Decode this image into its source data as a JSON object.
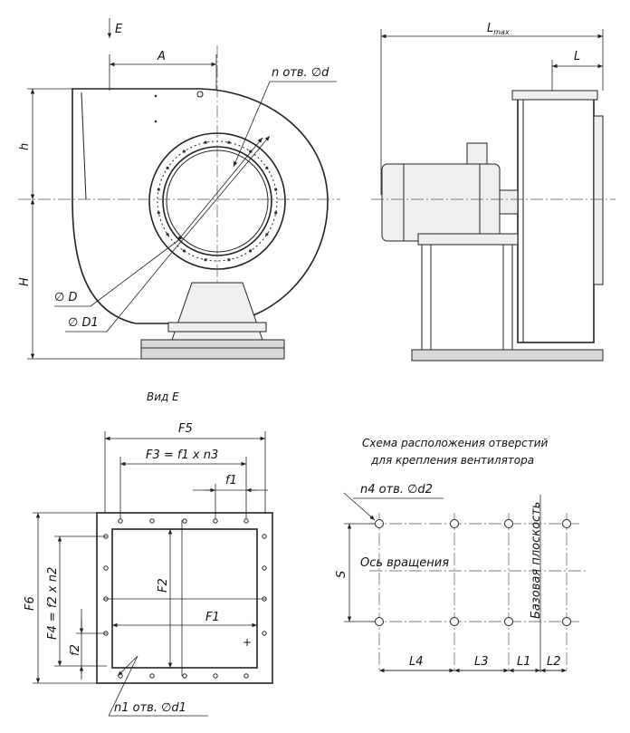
{
  "front_view": {
    "E": "E",
    "A": "A",
    "n_holes": "n отв. ∅d",
    "h": "h",
    "H": "H",
    "D": "∅ D",
    "D1": "∅ D1"
  },
  "side_view": {
    "Lmax_L": "L",
    "Lmax_sub": "max",
    "L": "L"
  },
  "view_e": {
    "title": "Вид Е",
    "F5": "F5",
    "F3": "F3 = f1 x n3",
    "f1": "f1",
    "F6": "F6",
    "F4": "F4 = f2 x n2",
    "f2": "f2",
    "F2": "F2",
    "F1": "F1",
    "n1": "n1 отв. ∅d1"
  },
  "hole_scheme": {
    "title_line1": "Схема расположения отверстий",
    "title_line2": "для крепления вентилятора",
    "n4": "n4 отв. ∅d2",
    "axis": "Ось вращения",
    "base_plane": "Базовая плоскость",
    "S": "S",
    "L4": "L4",
    "L3": "L3",
    "L1": "L1",
    "L2": "L2"
  }
}
